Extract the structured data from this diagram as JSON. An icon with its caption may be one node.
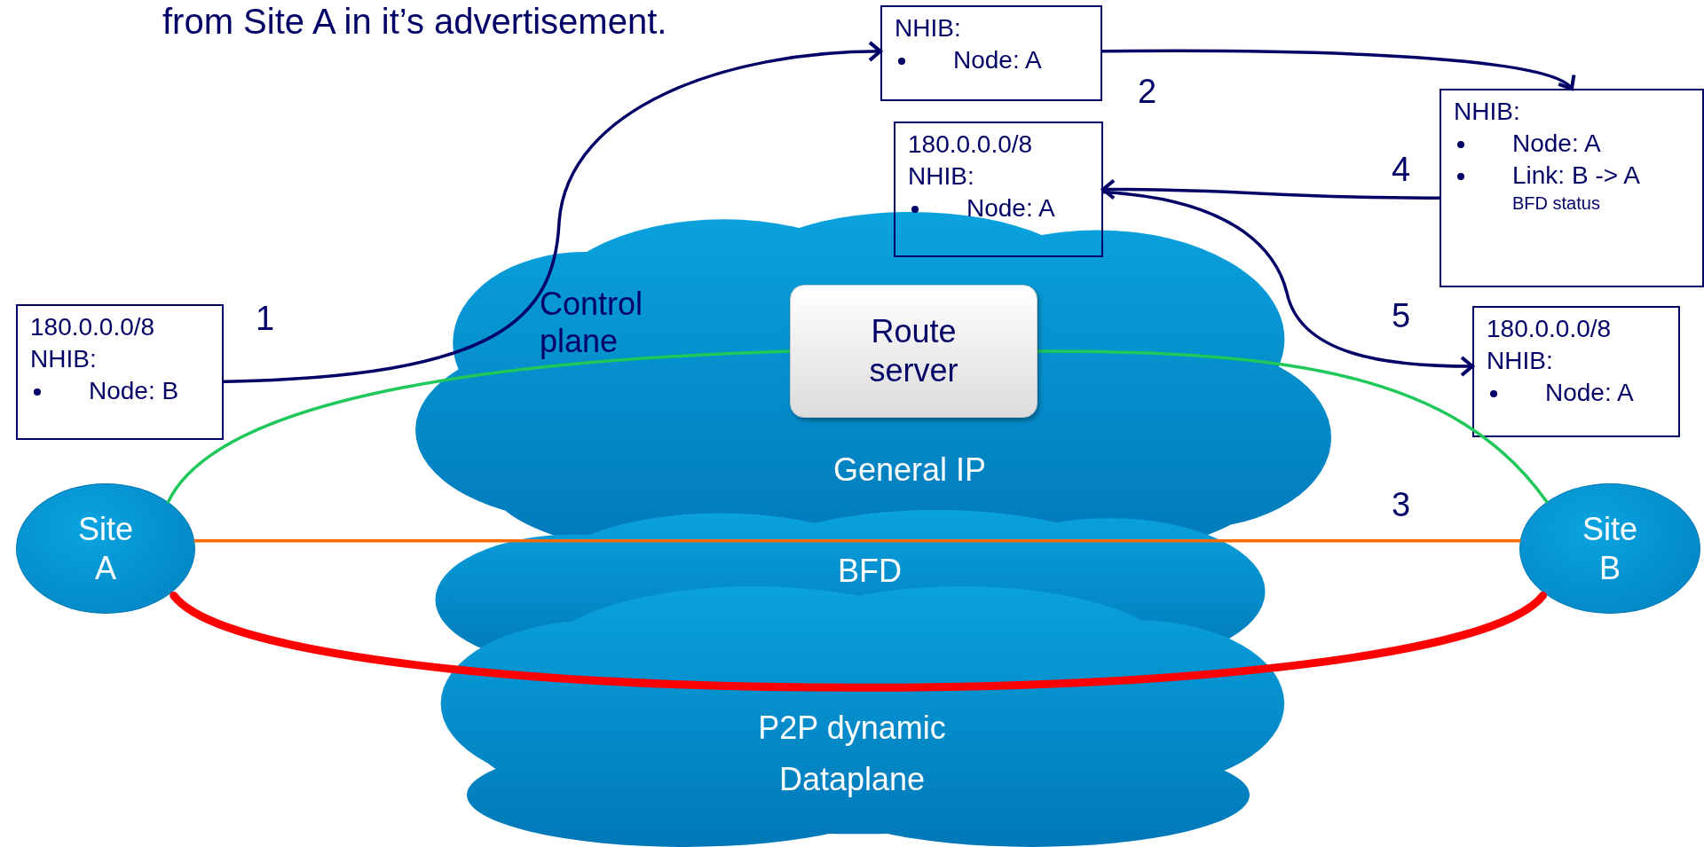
{
  "diagram": {
    "nodes": [
      {
        "text": [
          "NHIB:",
          "Node: A"
        ]
      },
      {
        "text": [
          "180.0.0.0/8",
          "NHIB:",
          "Node: A"
        ]
      },
      {
        "text": [
          "NHIB:",
          "Node: A",
          "Link: B -> A",
          "BFD status"
        ]
      },
      {
        "text": [
          "180.0.0.0/8",
          "NHIB:",
          "Node: B"
        ]
      },
      {
        "text": [
          "General IP"
        ]
      },
      {
        "text": [
          "Route server"
        ],
        "in": 4
      },
      {
        "text": [
          "180.0.0.0/8",
          "NHIB:",
          "Node: A"
        ]
      },
      {
        "text": [
          "Site A"
        ]
      },
      {
        "text": [
          "Site B"
        ]
      },
      {
        "text": [
          "BFD"
        ]
      },
      {
        "text": [
          "P2P dynamic Dataplane"
        ]
      }
    ],
    "edges": [
      {
        "from": 3,
        "to": 0,
        "arrow": "to"
      },
      {
        "from": 0,
        "to": 2,
        "arrow": "to"
      },
      {
        "from": 2,
        "to": 1,
        "arrow": "to"
      },
      {
        "from": 1,
        "to": 6,
        "arrow": "to"
      },
      {
        "from": 7,
        "to": 5,
        "arrow": "none",
        "color": "#1ec85a"
      },
      {
        "from": 5,
        "to": 8,
        "arrow": "none",
        "color": "#1ec85a"
      },
      {
        "from": 7,
        "to": 8,
        "arrow": "none",
        "color": "#ff6a00"
      },
      {
        "from": 7,
        "to": 8,
        "arrow": "none",
        "color": "#ff0000",
        "style": "thick"
      }
    ],
    "labels": [
      "from Site A in it’s advertisement.",
      "1",
      "2",
      "4",
      "5",
      "Control plane",
      "3"
    ]
  }
}
